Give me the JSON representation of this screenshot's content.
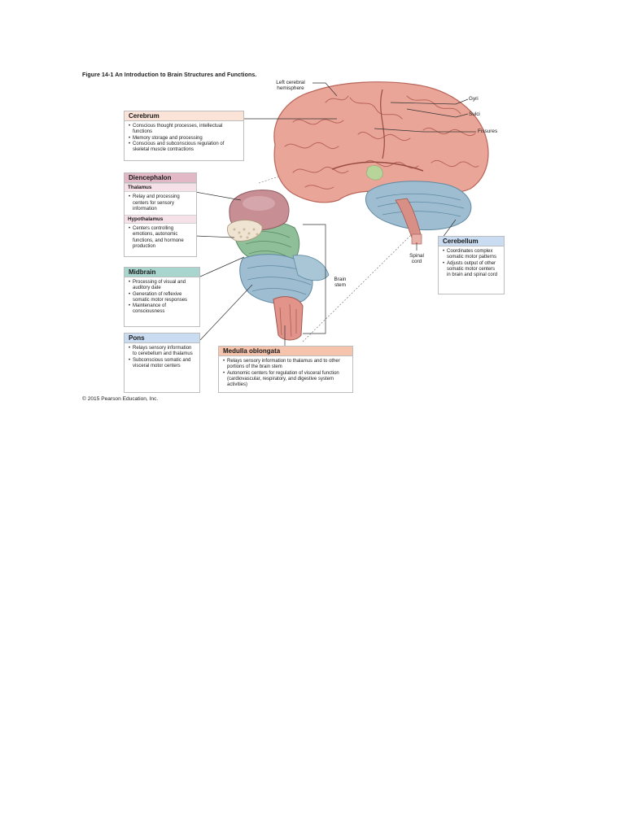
{
  "figure": {
    "title": "Figure 14-1 An Introduction to Brain Structures and Functions.",
    "copyright": "© 2015 Pearson Education, Inc."
  },
  "labels": {
    "hemisphere": [
      "Left cerebral",
      "hemisphere"
    ],
    "gyri": "Gyri",
    "sulci": "Sulci",
    "fissures": "Fissures",
    "spinal_cord": [
      "Spinal",
      "cord"
    ],
    "brain_stem": [
      "Brain",
      "stem"
    ]
  },
  "boxes": {
    "cerebrum": {
      "title": "Cerebrum",
      "items": [
        "Conscious thought processes, intellectual functions",
        "Memory storage and processing",
        "Conscious and subconscious regulation of skeletal muscle contractions"
      ]
    },
    "diencephalon": {
      "title": "Diencephalon",
      "thalamus": {
        "title": "Thalamus",
        "items": [
          "Relay and processing centers for sensory information"
        ]
      },
      "hypothalamus": {
        "title": "Hypothalamus",
        "items": [
          "Centers controlling emotions, autonomic functions, and hormone production"
        ]
      }
    },
    "midbrain": {
      "title": "Midbrain",
      "items": [
        "Processing of visual and auditory date",
        "Generation of reflexive somatic motor responses",
        "Maintenance of consciousness"
      ]
    },
    "pons": {
      "title": "Pons",
      "items": [
        "Relays sensory information to cerebellum and thalamus",
        "Subconscious somatic and visceral motor centers"
      ]
    },
    "medulla": {
      "title": "Medulla oblongata",
      "items": [
        "Relays sensory information to thalamus and to other portions of the brain stem",
        "Autonomic centers for regulation of visceral function (cardiovascular, respiratory, and digestive system activities)"
      ]
    },
    "cerebellum": {
      "title": "Cerebellum",
      "items": [
        "Coordinates complex somatic motor patterns",
        "Adjusts output of other somatic motor centers in brain and spinal cord"
      ]
    }
  },
  "colors": {
    "cerebrum_head": "#fbe3d7",
    "diencephalon_head": "#e3b8c6",
    "diencephalon_sub": "#f6e1e8",
    "midbrain_head": "#a8d6cf",
    "pons_head": "#c9dcf2",
    "medulla_head": "#f6c3ad",
    "cerebellum_head": "#c9dcf2",
    "brain_pink": "#e9a597",
    "brain_dark": "#b9655a",
    "cerebellum_blue": "#9fbdd0",
    "stem_green": "#8fbf98",
    "thalamus_mauve": "#c78e93"
  }
}
